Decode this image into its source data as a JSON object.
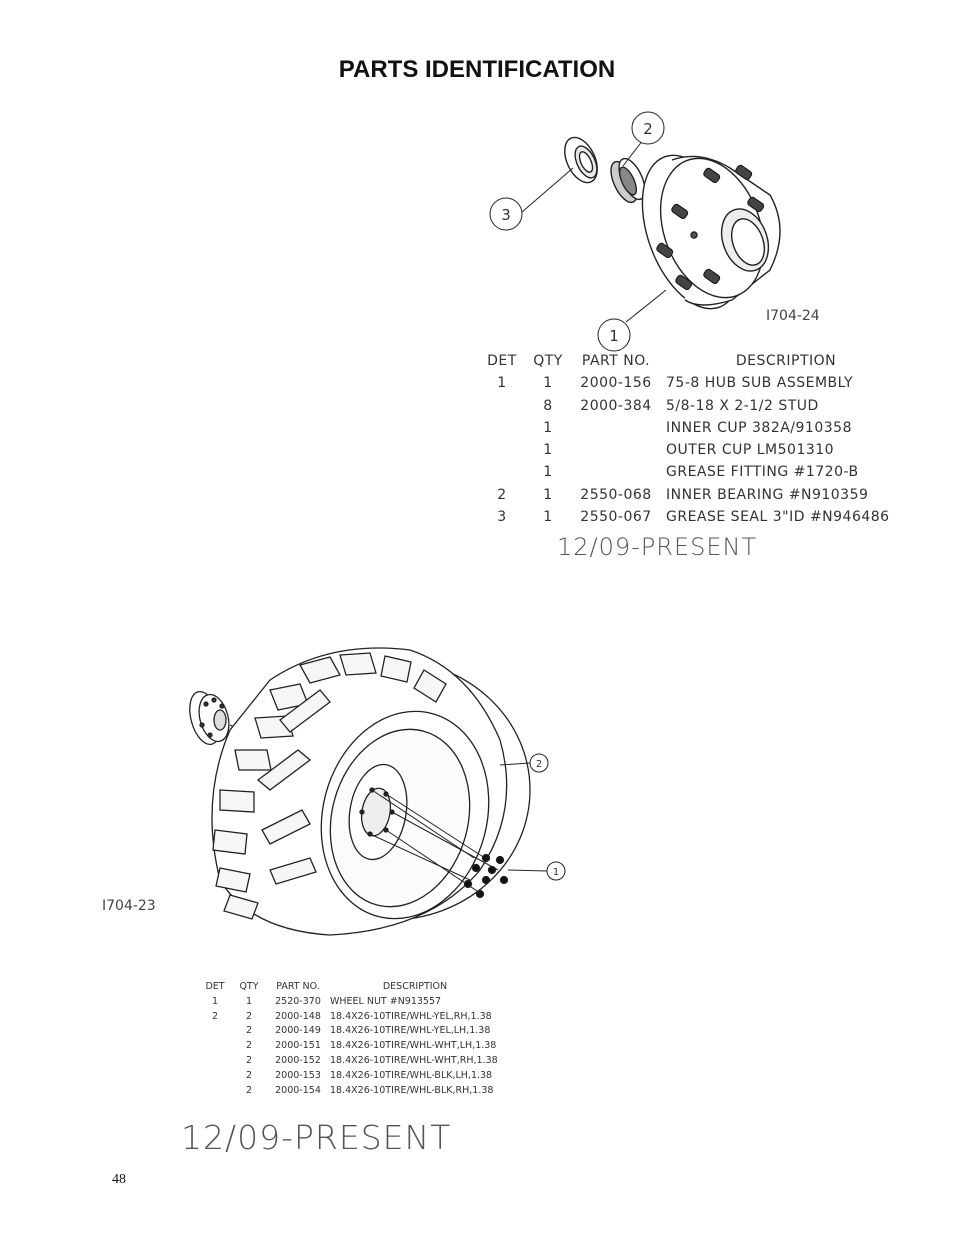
{
  "page": {
    "title": "PARTS IDENTIFICATION",
    "page_number": "48"
  },
  "hub_section": {
    "drawing_number": "I704-24",
    "callouts": [
      "1",
      "2",
      "3"
    ],
    "table": {
      "headers": [
        "DET",
        "QTY",
        "PART NO.",
        "DESCRIPTION"
      ],
      "rows": [
        [
          "1",
          "1",
          "2000-156",
          "75-8 HUB SUB ASSEMBLY"
        ],
        [
          "",
          "8",
          "2000-384",
          "5/8-18 X 2-1/2 STUD"
        ],
        [
          "",
          "1",
          "",
          "INNER CUP 382A/910358"
        ],
        [
          "",
          "1",
          "",
          "OUTER CUP LM501310"
        ],
        [
          "",
          "1",
          "",
          "GREASE FITTING #1720-B"
        ],
        [
          "2",
          "1",
          "2550-068",
          "INNER BEARING #N910359"
        ],
        [
          "3",
          "1",
          "2550-067",
          "GREASE SEAL 3\"ID   #N946486"
        ]
      ]
    },
    "date_range": "12/09-PRESENT"
  },
  "wheel_section": {
    "drawing_number": "I704-23",
    "callouts": [
      "1",
      "2"
    ],
    "table": {
      "headers": [
        "DET",
        "QTY",
        "PART NO.",
        "DESCRIPTION"
      ],
      "rows": [
        [
          "1",
          "1",
          "2520-370",
          "WHEEL NUT #N913557"
        ],
        [
          "2",
          "2",
          "2000-148",
          "18.4X26-10TIRE/WHL-YEL,RH,1.38"
        ],
        [
          "",
          "2",
          "2000-149",
          "18.4X26-10TIRE/WHL-YEL,LH,1.38"
        ],
        [
          "",
          "2",
          "2000-151",
          "18.4X26-10TIRE/WHL-WHT,LH,1.38"
        ],
        [
          "",
          "2",
          "2000-152",
          "18.4X26-10TIRE/WHL-WHT,RH,1.38"
        ],
        [
          "",
          "2",
          "2000-153",
          "18.4X26-10TIRE/WHL-BLK,LH,1.38"
        ],
        [
          "",
          "2",
          "2000-154",
          "18.4X26-10TIRE/WHL-BLK,RH,1.38"
        ]
      ]
    },
    "date_range": "12/09-PRESENT"
  }
}
